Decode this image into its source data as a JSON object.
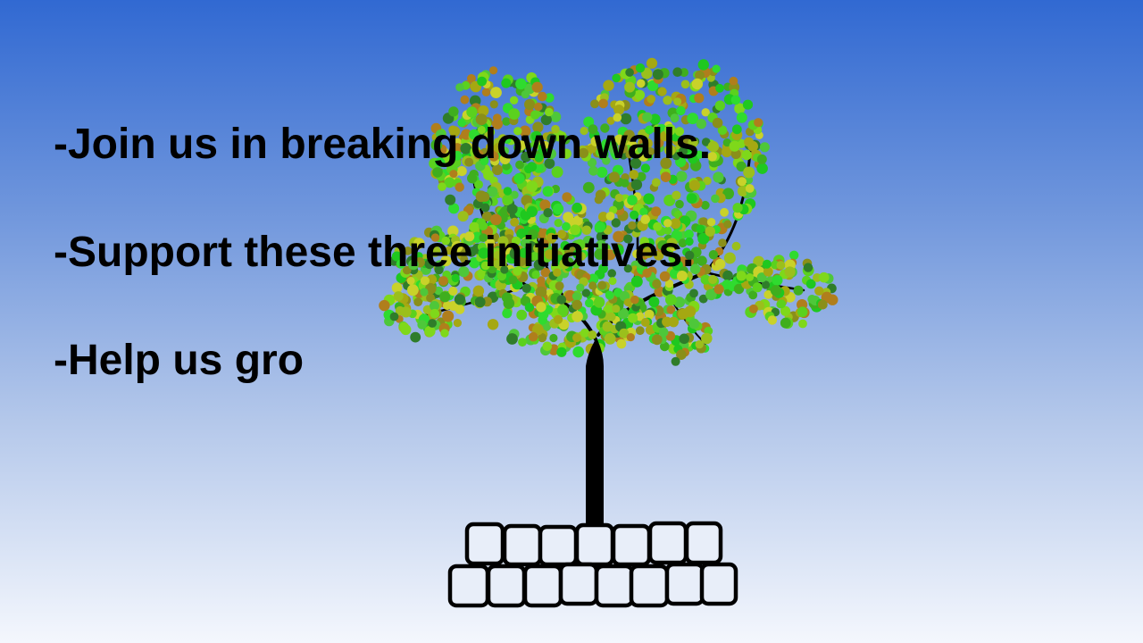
{
  "slide": {
    "lines": [
      "-Join us in breaking down walls.",
      "-Support these three initiatives.",
      "-Help us gro"
    ]
  },
  "illustration": {
    "name": "tree growing from a brick wall",
    "leaf_colors": [
      "#3fae1e",
      "#5bd11e",
      "#7fd81a",
      "#9bbf1c",
      "#a5a812",
      "#8a8f1a",
      "#1fc81f",
      "#4ec73a",
      "#2f7d2a",
      "#b07e1c",
      "#c9d22a",
      "#2fdb2f"
    ],
    "trunk_color": "#000000",
    "brick_fill": "#e8eef9"
  }
}
